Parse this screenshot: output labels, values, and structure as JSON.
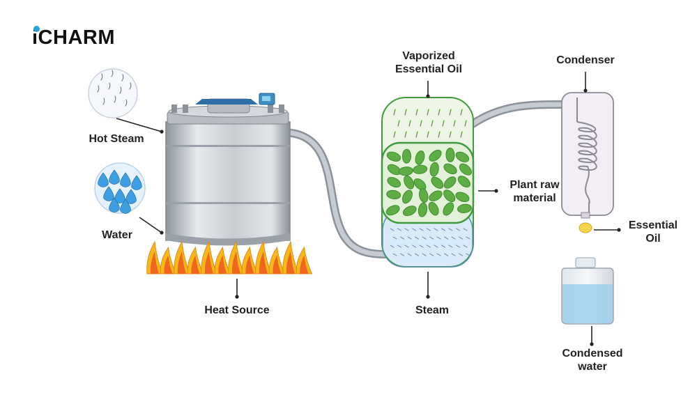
{
  "logo": {
    "text": "iCHARM",
    "dot_color": "#29a3d9"
  },
  "labels": {
    "hot_steam": "Hot Steam",
    "water": "Water",
    "heat_source": "Heat Source",
    "vaporized_line1": "Vaporized",
    "vaporized_line2": "Essential Oil",
    "plant_line1": "Plant raw",
    "plant_line2": "material",
    "steam": "Steam",
    "condenser": "Condenser",
    "essential_line1": "Essential",
    "essential_line2": "Oil",
    "condensed_line1": "Condensed",
    "condensed_line2": "water"
  },
  "colors": {
    "vessel": "#c9cdd2",
    "pipe": "#a9b0b6",
    "flame_outer": "#f7b81b",
    "flame_inner": "#f0661e",
    "column_top": "#e8f4e0",
    "column_border": "#3f9a3c",
    "leaf": "#5fae45",
    "column_bottom": "#d7eaf7",
    "water_drop": "#3f9fe3",
    "oil_drop": "#f3d34a",
    "condenser_glass": "#f1ecf4",
    "container_water": "#9fd0ec"
  }
}
